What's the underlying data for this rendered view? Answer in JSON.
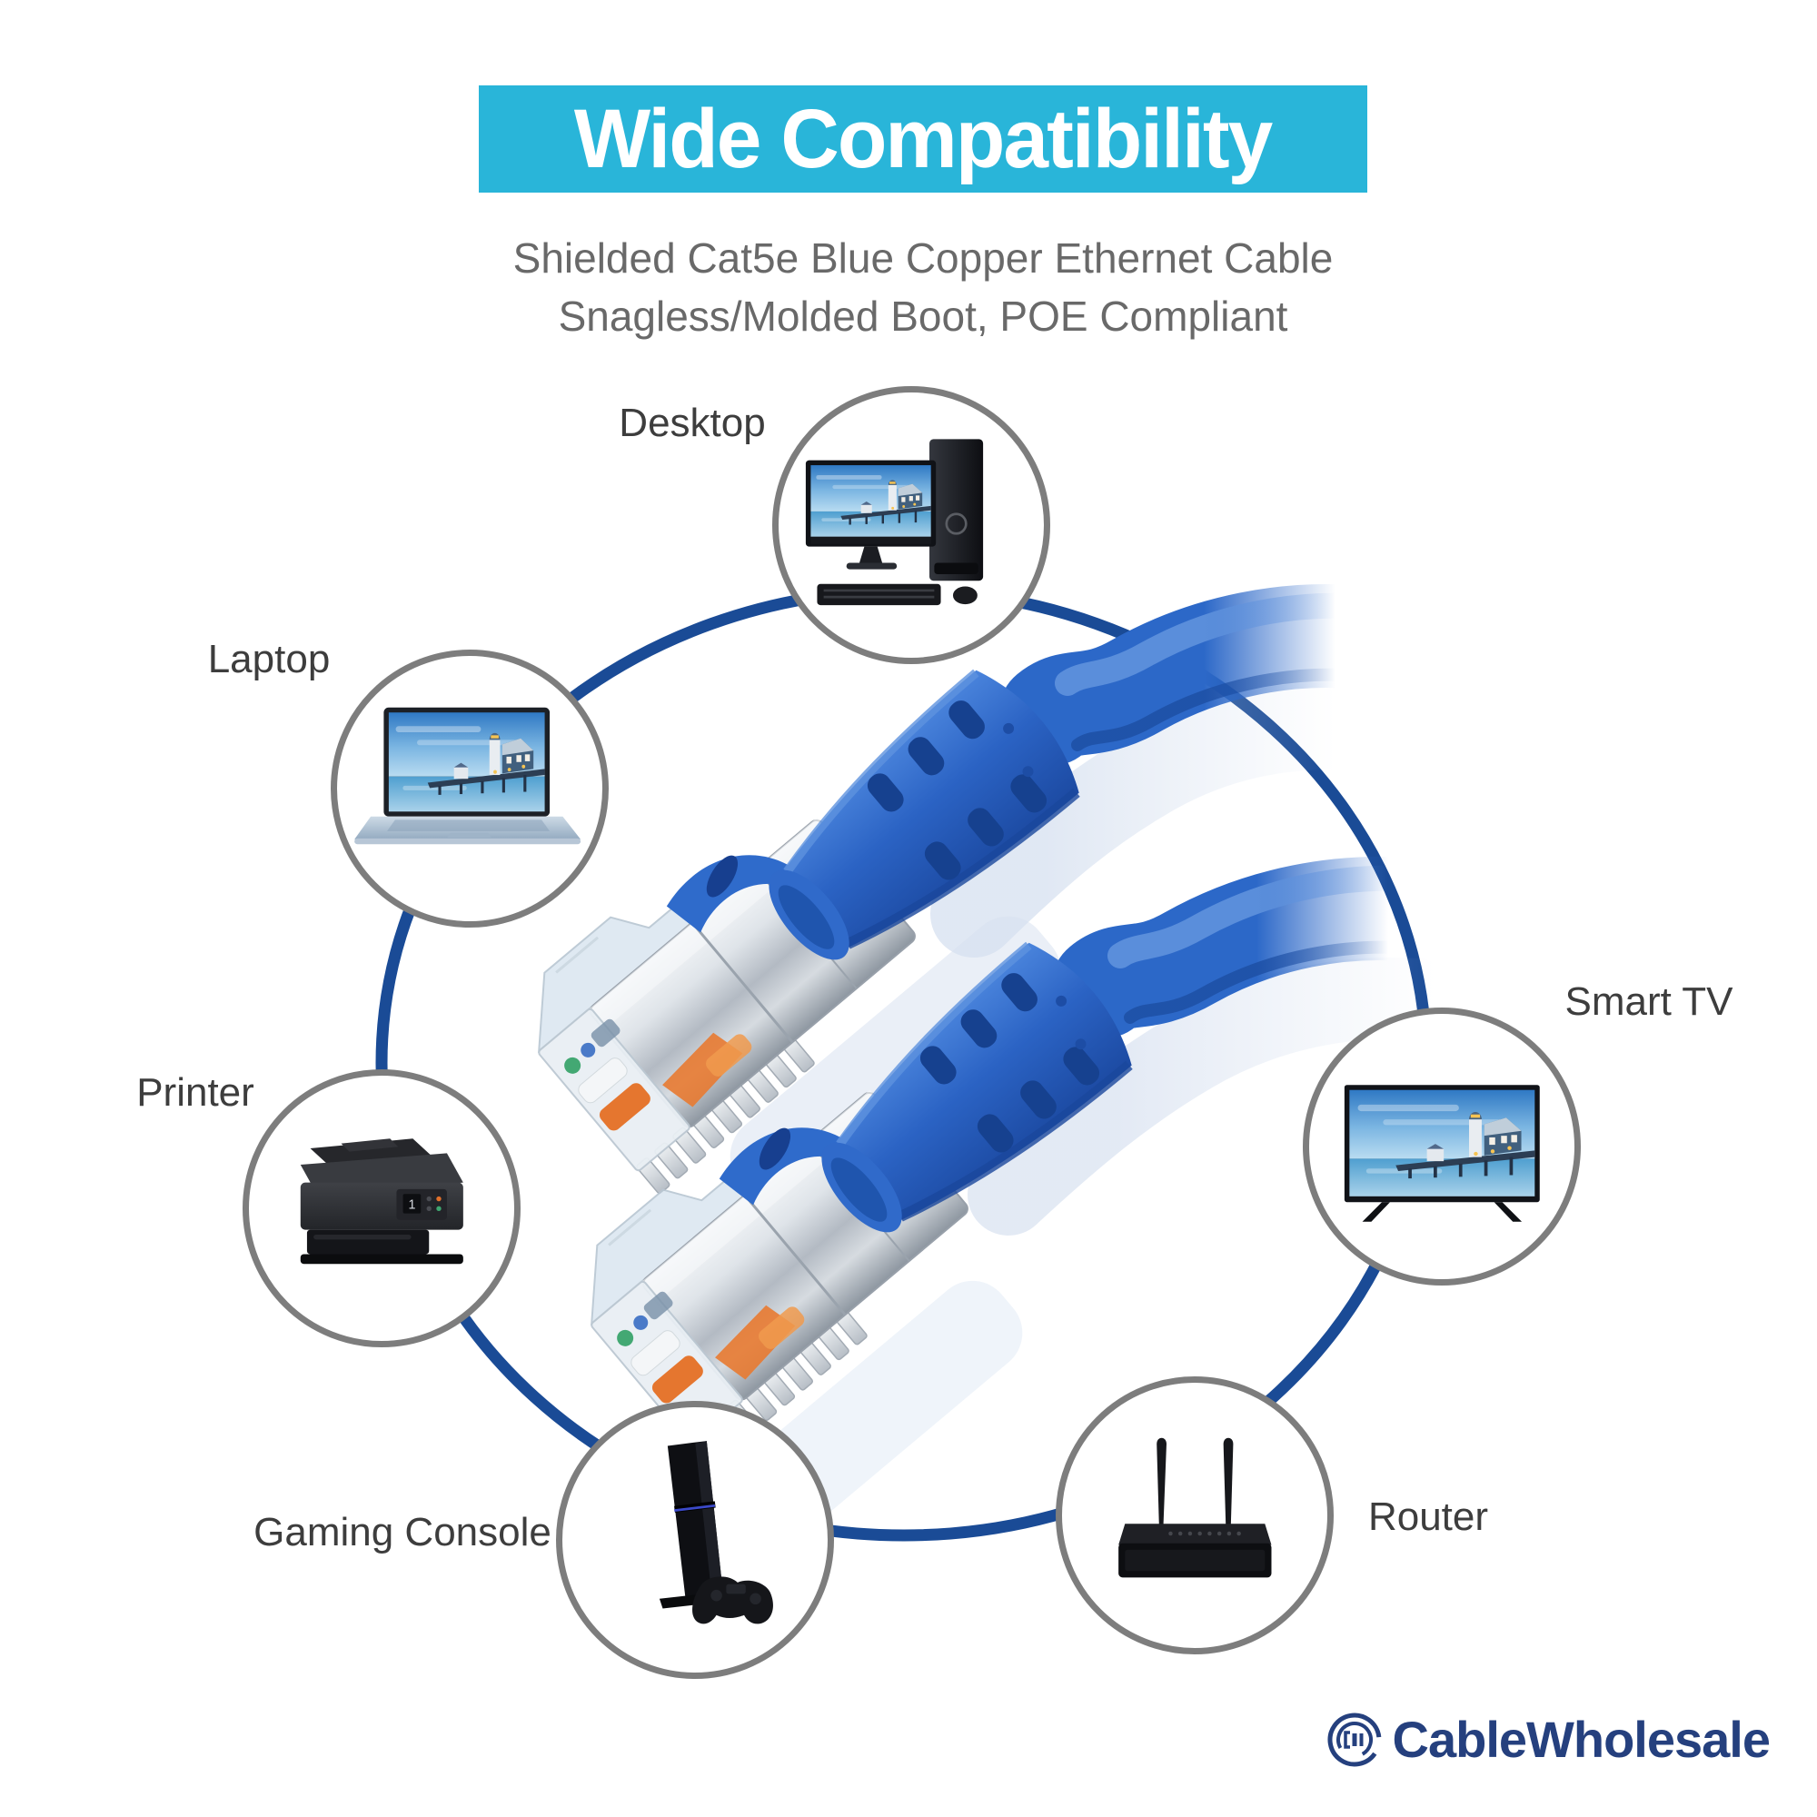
{
  "banner": {
    "title": "Wide Compatibility",
    "bg_color": "#29b5d9",
    "text_color": "#ffffff"
  },
  "subtitle": {
    "line1": "Shielded Cat5e Blue Copper Ethernet Cable",
    "line2": "Snagless/Molded Boot, POE Compliant"
  },
  "devices": [
    {
      "id": "desktop",
      "label": "Desktop"
    },
    {
      "id": "laptop",
      "label": "Laptop"
    },
    {
      "id": "printer",
      "label": "Printer"
    },
    {
      "id": "gaming-console",
      "label": "Gaming Console"
    },
    {
      "id": "router",
      "label": "Router"
    },
    {
      "id": "smart-tv",
      "label": "Smart TV"
    }
  ],
  "logo": {
    "text": "CableWholesale",
    "color": "#25407e"
  },
  "colors": {
    "banner_cyan": "#29b5d9",
    "ring_navy": "#1a4b96",
    "cable_blue": "#2c68c8",
    "cable_blue_dark": "#1d4fa4",
    "cable_blue_light": "#5f92dd",
    "connector_silver": "#c9d0d8",
    "circle_stroke_gray": "#7d7d7d",
    "label_gray": "#3d3d3d",
    "subtitle_gray": "#696969"
  }
}
